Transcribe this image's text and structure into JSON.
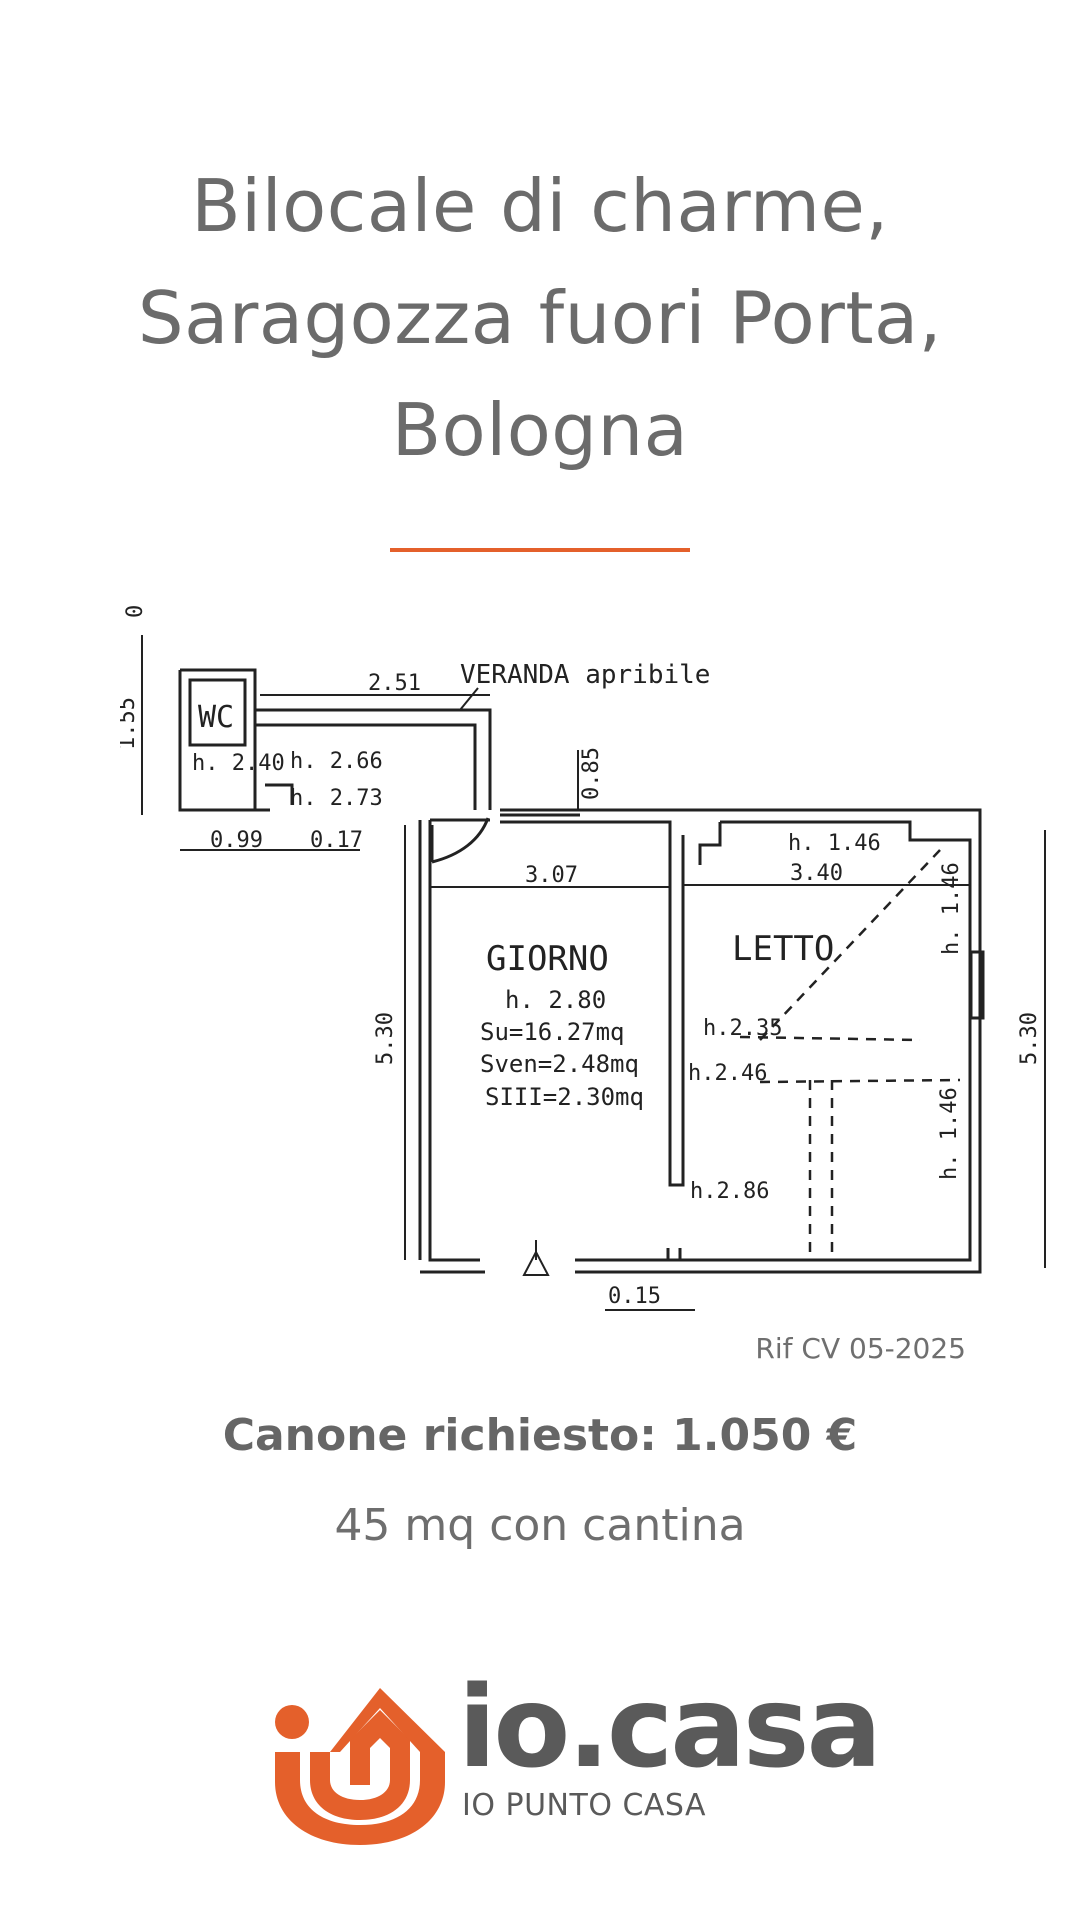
{
  "listing": {
    "title_lines": [
      "Bilocale di charme,",
      "Saragozza fuori Porta,",
      "Bologna"
    ],
    "reference": "Rif CV 05-2025",
    "price": "Canone richiesto: 1.050 €",
    "size": "45 mq con cantina"
  },
  "floorplan": {
    "veranda": "VERANDA apribile",
    "wc": "WC",
    "giorno": "GIORNO",
    "letto": "LETTO",
    "giorno_h": "h. 2.80",
    "su": "Su=16.27mq",
    "sven": "Sven=2.48mq",
    "siii": "SIII=2.30mq",
    "dims": {
      "d017_top": "0.17",
      "d155": "1.55",
      "d251": "2.51",
      "d085": "0.85",
      "d099": "0.99",
      "d017_left": "0.17",
      "d307": "3.07",
      "d340": "3.40",
      "d530_left": "5.30",
      "d530_right": "5.30",
      "d015": "0.15"
    },
    "heights": {
      "h240": "h. 2.40",
      "h266": "h. 2.66",
      "h273": "h. 2.73",
      "h146_top": "h. 1.46",
      "h146_side1": "h. 1.46",
      "h146_side2": "h. 1.46",
      "h235": "h.2.35",
      "h246": "h.2.46",
      "h286": "h.2.86"
    }
  },
  "brand": {
    "name": "io.casa",
    "tagline": "IO PUNTO CASA",
    "accent_color": "#e4602b",
    "logo_icon": "house-u-icon"
  }
}
